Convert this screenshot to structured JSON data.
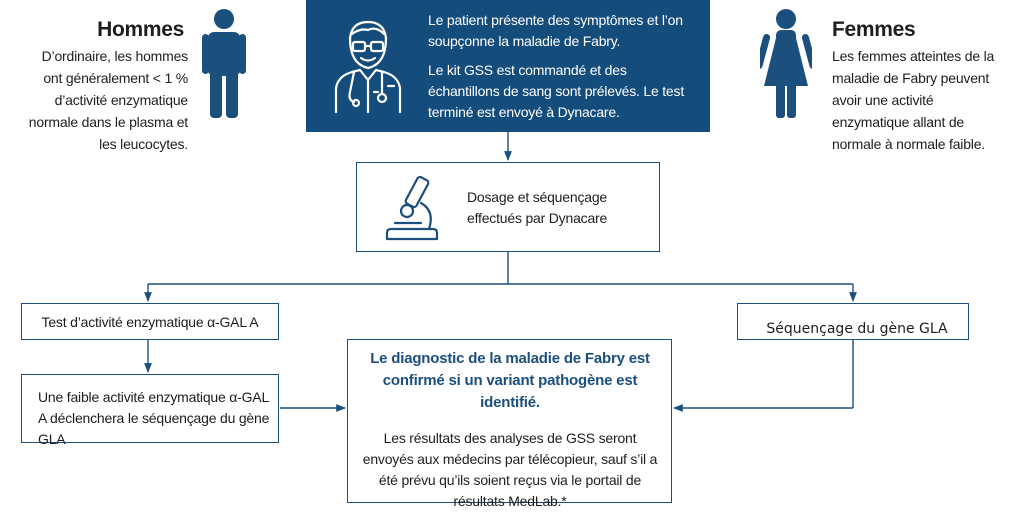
{
  "men": {
    "title": "Hommes",
    "text": "D’ordinaire, les hommes ont généralement < 1 % d’activité enzymatique normale dans le plasma et les leucocytes."
  },
  "women": {
    "title": "Femmes",
    "text": "Les femmes atteintes de la maladie de Fabry peuvent avoir une activité enzymatique allant de normale à normale faible."
  },
  "top_box": {
    "line1": "Le patient présente des symptômes et l’on soupçonne la maladie de Fabry.",
    "line2": "Le kit GSS est commandé et des échantillons de sang sont prélevés. Le test terminé est envoyé à Dynacare."
  },
  "dosage_box": {
    "text": "Dosage et séquençage effectués par Dynacare"
  },
  "activity_test": {
    "text": "Test d’activité enzymatique α-GAL A"
  },
  "low_activity": {
    "text": "Une faible activité enzymatique α-GAL A déclenchera le séquençage du gène GLA"
  },
  "sequencing": {
    "text": "Séquençage du gène GLA"
  },
  "diagnosis": {
    "title": "Le diagnostic de la maladie de Fabry est confirmé si un variant pathogène est identifié.",
    "body": "Les résultats des analyses de GSS seront envoyés aux médecins par télécopieur, sauf s’il a été prévu qu’ils soient reçus via le portail de résultats MedLab.*"
  },
  "colors": {
    "navy": "#144d7c",
    "border": "#1b4f7d",
    "icon": "#1b4f7d"
  }
}
